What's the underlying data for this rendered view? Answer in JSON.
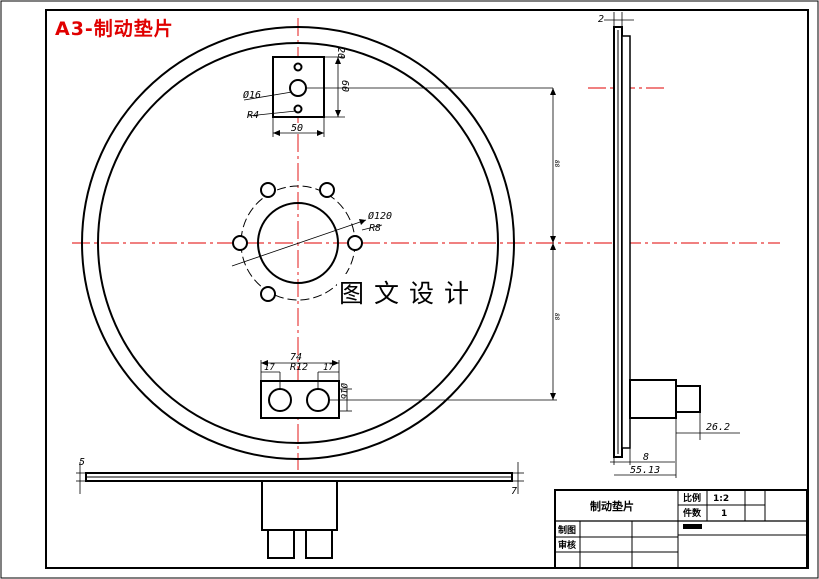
{
  "title": "A3-制动垫片",
  "watermark": "图文设计",
  "dimensions": {
    "phi16": "Ø16",
    "r4": "R4",
    "d20": "20",
    "d60": "60",
    "d50": "50",
    "phi120": "Ø120",
    "r8": "R8",
    "d74": "74",
    "d17a": "17",
    "r12": "R12",
    "d17b": "17",
    "phi16b": "Ø16",
    "d2": "2",
    "d26_2": "26.2",
    "d8": "8",
    "d55_13": "55.13",
    "d5": "5",
    "d7": "7",
    "v_upper": "88",
    "v_lower": "88"
  },
  "title_block": {
    "part_name": "制动垫片",
    "scale_label": "比例",
    "scale_value": "1:2",
    "qty_label": "件数",
    "qty_value": "1",
    "drawn_label": "制图",
    "checked_label": "审核"
  },
  "colors": {
    "centerline": "#e00000",
    "title": "#e00000",
    "line": "#000000"
  }
}
